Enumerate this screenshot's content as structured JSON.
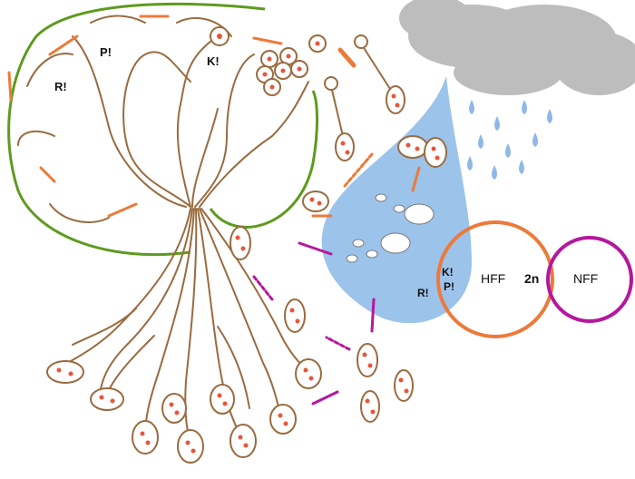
{
  "labels": {
    "R": "R!",
    "P": "P!",
    "K": "K!",
    "K2": "K!",
    "P2": "P!",
    "R2": "R!",
    "hff": "HFF",
    "ploidy": "2n",
    "nff": "NFF"
  },
  "colors": {
    "hypha": "#9a6b3f",
    "dots": "#e8553a",
    "arrow_orange": "#ec7a3a",
    "arrow_magenta": "#b5179e",
    "green_boundary": "#5e9a1e",
    "water": "#9cc3ea",
    "cloud": "#bdbdbd",
    "rain": "#8fb8e6",
    "hff_circle": "#ec7a3a",
    "nff_circle": "#b5179e"
  }
}
